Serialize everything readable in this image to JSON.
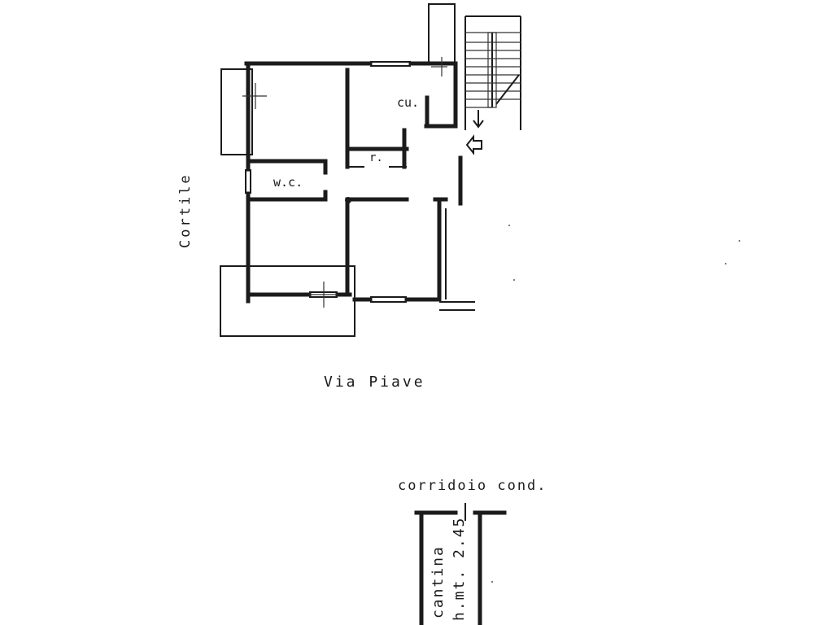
{
  "labels": {
    "cucina": "cu.",
    "ripostiglio": "r.",
    "wc": "w.c.",
    "courtyard": "Cortile",
    "street": "Via Piave",
    "corridor": "corridoio cond.",
    "cellar": "cantina",
    "cellar_height": "h.mt. 2.45"
  },
  "colors": {
    "ink": "#1b1b1b",
    "paper": "#ffffff"
  },
  "icons": [
    "entrance-arrow-icon",
    "stair-direction-arrow-icon"
  ]
}
